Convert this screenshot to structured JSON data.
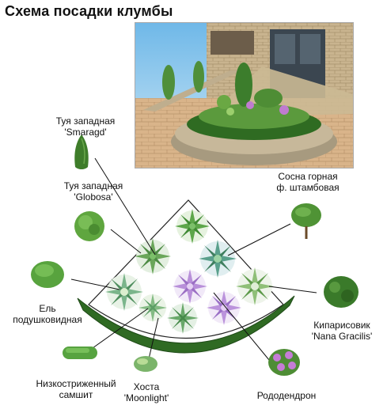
{
  "title": "Схема посадки клумбы",
  "colors": {
    "hedge": "#3f7a2e",
    "foliage": "#5a9e3a",
    "flower": "#b98ad8",
    "line": "#222222"
  },
  "plants": [
    {
      "id": "thuja-smaragd",
      "line1": "Туя западная",
      "line2": "'Smaragd'",
      "icon": "conifer-cone-icon"
    },
    {
      "id": "thuja-globosa",
      "line1": "Туя западная",
      "line2": "'Globosa'",
      "icon": "round-shrub-icon"
    },
    {
      "id": "picea",
      "line1": "Ель",
      "line2": "подушковидная",
      "icon": "cushion-spruce-icon"
    },
    {
      "id": "buxus",
      "line1": "Низкостриженный",
      "line2": "самшит",
      "icon": "clipped-box-icon"
    },
    {
      "id": "hosta",
      "line1": "Хоста",
      "line2": "'Moonlight'",
      "icon": "hosta-icon"
    },
    {
      "id": "rhododendron",
      "line1": "Рододендрон",
      "line2": "",
      "icon": "rhododendron-icon"
    },
    {
      "id": "chamaecyparis",
      "line1": "Кипарисовик",
      "line2": "'Nana Gracilis'",
      "icon": "cypress-icon"
    },
    {
      "id": "pinus-mugo",
      "line1": "Сосна горная",
      "line2": "ф. штамбовая",
      "icon": "standard-pine-icon"
    }
  ]
}
